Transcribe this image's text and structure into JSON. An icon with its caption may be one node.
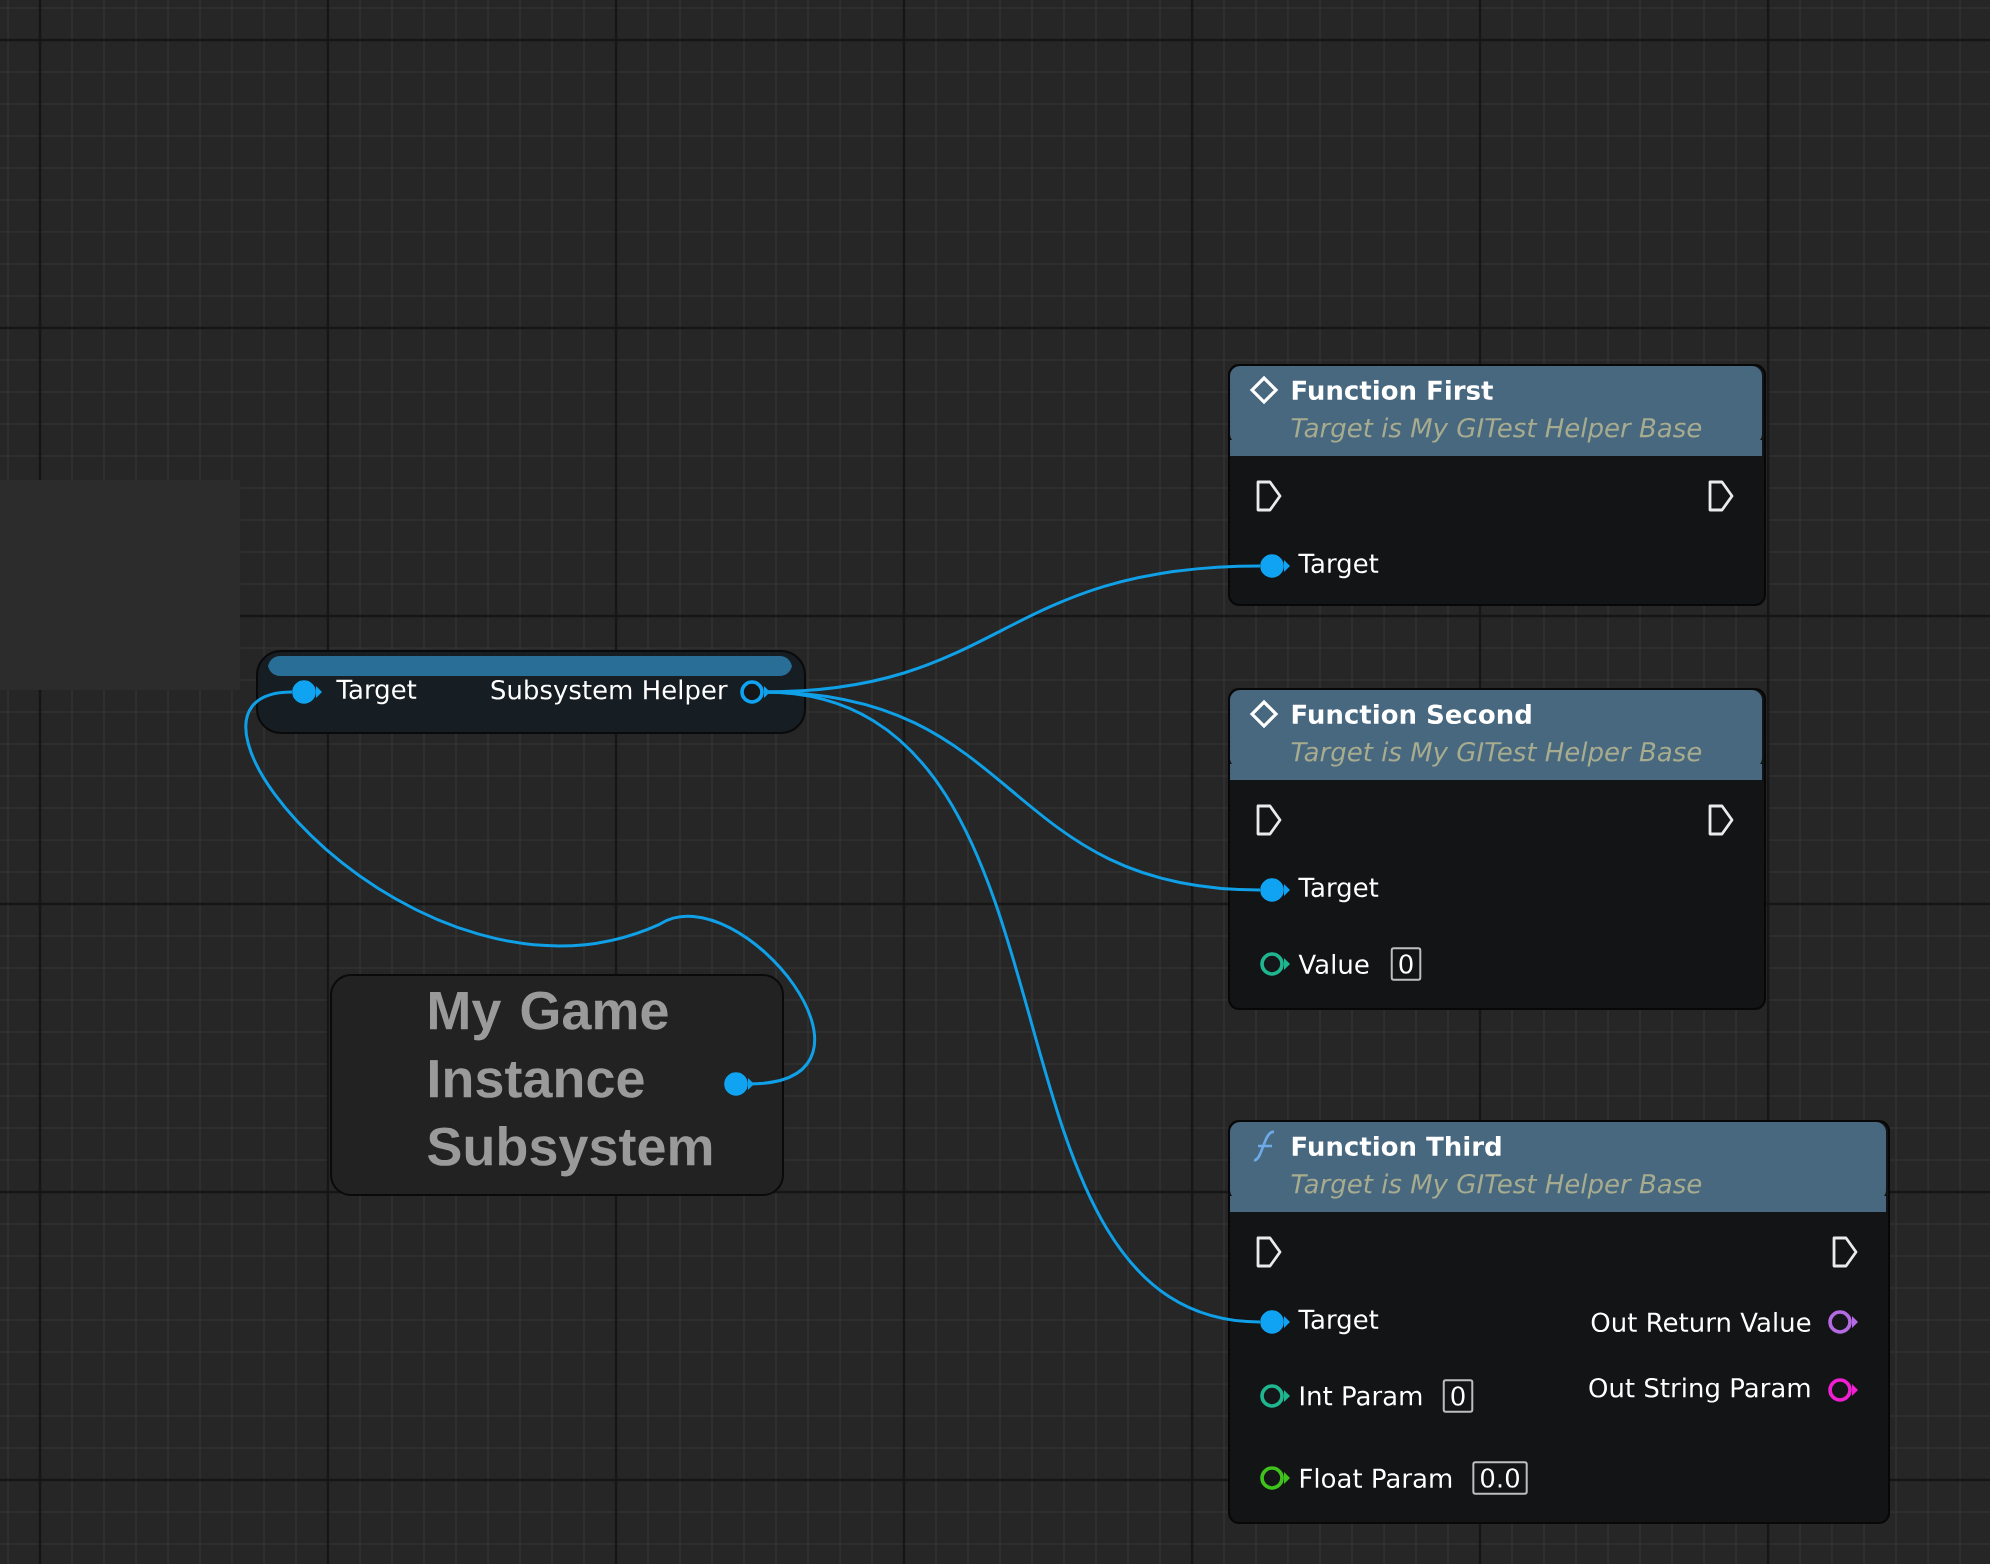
{
  "diagram": {
    "nodes": [
      {
        "text": [
          "Target",
          "Subsystem Helper"
        ]
      },
      {
        "text": [
          "My Game Instance Subsystem"
        ]
      },
      {
        "text": [
          "Function First",
          "Target is My GITest Helper Base",
          "Target"
        ]
      },
      {
        "text": [
          "Function Second",
          "Target is My GITest Helper Base",
          "Target",
          "Value",
          "0"
        ]
      },
      {
        "text": [
          "Function Third",
          "Target is My GITest Helper Base",
          "Target",
          "Out Return Value",
          "Int Param",
          "0",
          "Out String Param",
          "Float Param",
          "0.0"
        ]
      }
    ],
    "edges": [
      {
        "from": 1,
        "to": 0,
        "arrow": "none"
      },
      {
        "from": 0,
        "to": 2,
        "arrow": "none"
      },
      {
        "from": 0,
        "to": 3,
        "arrow": "none"
      },
      {
        "from": 0,
        "to": 4,
        "arrow": "none"
      }
    ]
  }
}
